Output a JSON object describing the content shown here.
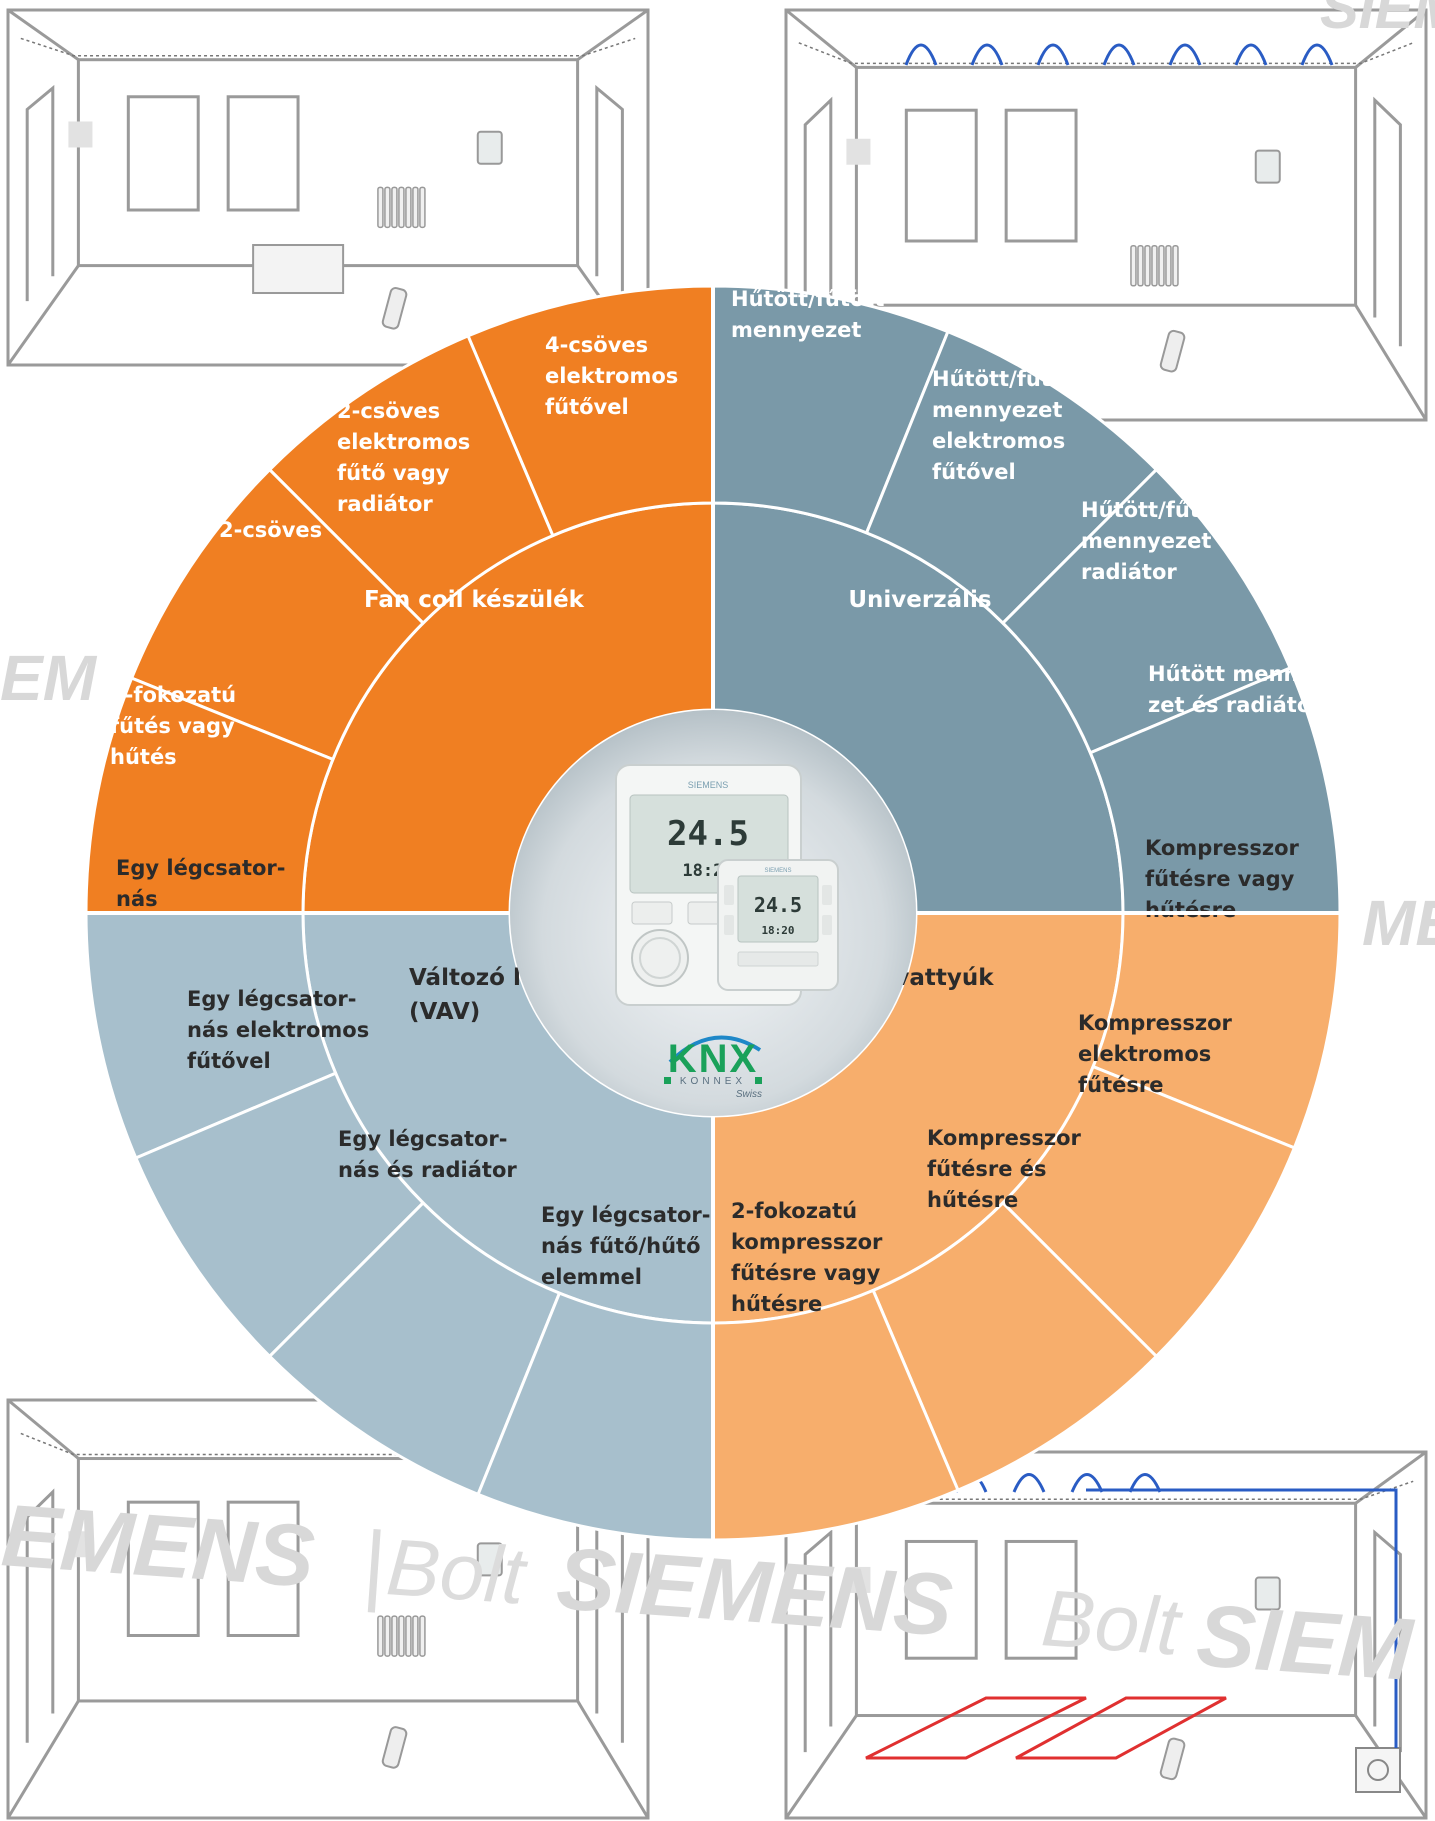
{
  "colors": {
    "fan_coil": "#f07f22",
    "universal": "#7a99a8",
    "vav": "#a7bfcc",
    "heat_pump": "#f7ae6c",
    "separator": "#ffffff",
    "label_on_dark": "#ffffff",
    "label_on_light": "#2b2b2b",
    "room_line": "#999999",
    "pipe_red": "#e03030",
    "pipe_blue": "#2a5cc4"
  },
  "center": {
    "device_brand": "SIEMENS",
    "display_main_temp": "24.5",
    "display_time": "18:20",
    "display_small_temp": "24.5",
    "display_small_time": "18:20",
    "knx_logo": "KNX",
    "knx_sub": "KONNEX",
    "knx_region": "Swiss"
  },
  "quadrants": [
    {
      "key": "fan_coil",
      "title": [
        "Fan coil készülék"
      ],
      "segments": [
        [
          "4-csöves",
          "elektromos",
          "fűtővel"
        ],
        [
          "2-csöves",
          "elektromos",
          "fűtő vagy",
          "radiátor"
        ],
        [
          "2-csöves"
        ],
        [
          "2-fokozatú",
          "fűtés vagy",
          "hűtés"
        ]
      ]
    },
    {
      "key": "universal",
      "title": [
        "Univerzális"
      ],
      "segments": [
        [
          "Hűtött/fűtött",
          "mennyezet"
        ],
        [
          "Hűtött/fűtött",
          "mennyezet",
          "elektromos",
          "fűtővel"
        ],
        [
          "Hűtött/fűtött",
          "mennyezet és",
          "radiátor"
        ],
        [
          "Hűtött mennye-",
          "zet és radiátor"
        ]
      ]
    },
    {
      "key": "vav",
      "title": [
        "Változó légmennyiség",
        "(VAV)"
      ],
      "segments": [
        [
          "Egy légcsator-",
          "nás"
        ],
        [
          "Egy légcsator-",
          "nás elektromos",
          "fűtővel"
        ],
        [
          "Egy légcsator-",
          "nás és radiátor"
        ],
        [
          "Egy légcsator-",
          "nás fűtő/hűtő",
          "elemmel"
        ]
      ]
    },
    {
      "key": "heat_pump",
      "title": [
        "Hőszivattyúk"
      ],
      "segments": [
        [
          "Kompresszor",
          "fűtésre vagy",
          "hűtésre"
        ],
        [
          "Kompresszor",
          "elektromos",
          "fűtésre"
        ],
        [
          "Kompresszor",
          "fűtésre és",
          "hűtésre"
        ],
        [
          "2-fokozatú",
          "kompresszor",
          "fűtésre vagy",
          "hűtésre"
        ]
      ]
    }
  ],
  "watermarks": {
    "brand": "SIEMENS",
    "brand_partial_left": "EM",
    "brand_partial_right": "ME",
    "bottom_line_1": "EMENS",
    "bottom_sep": "|",
    "bottom_bolt": "Bolt",
    "bottom_line_2": "SIEMENS",
    "bottom_bolt_2": "Bolt",
    "bottom_line_3": "SIEM"
  }
}
